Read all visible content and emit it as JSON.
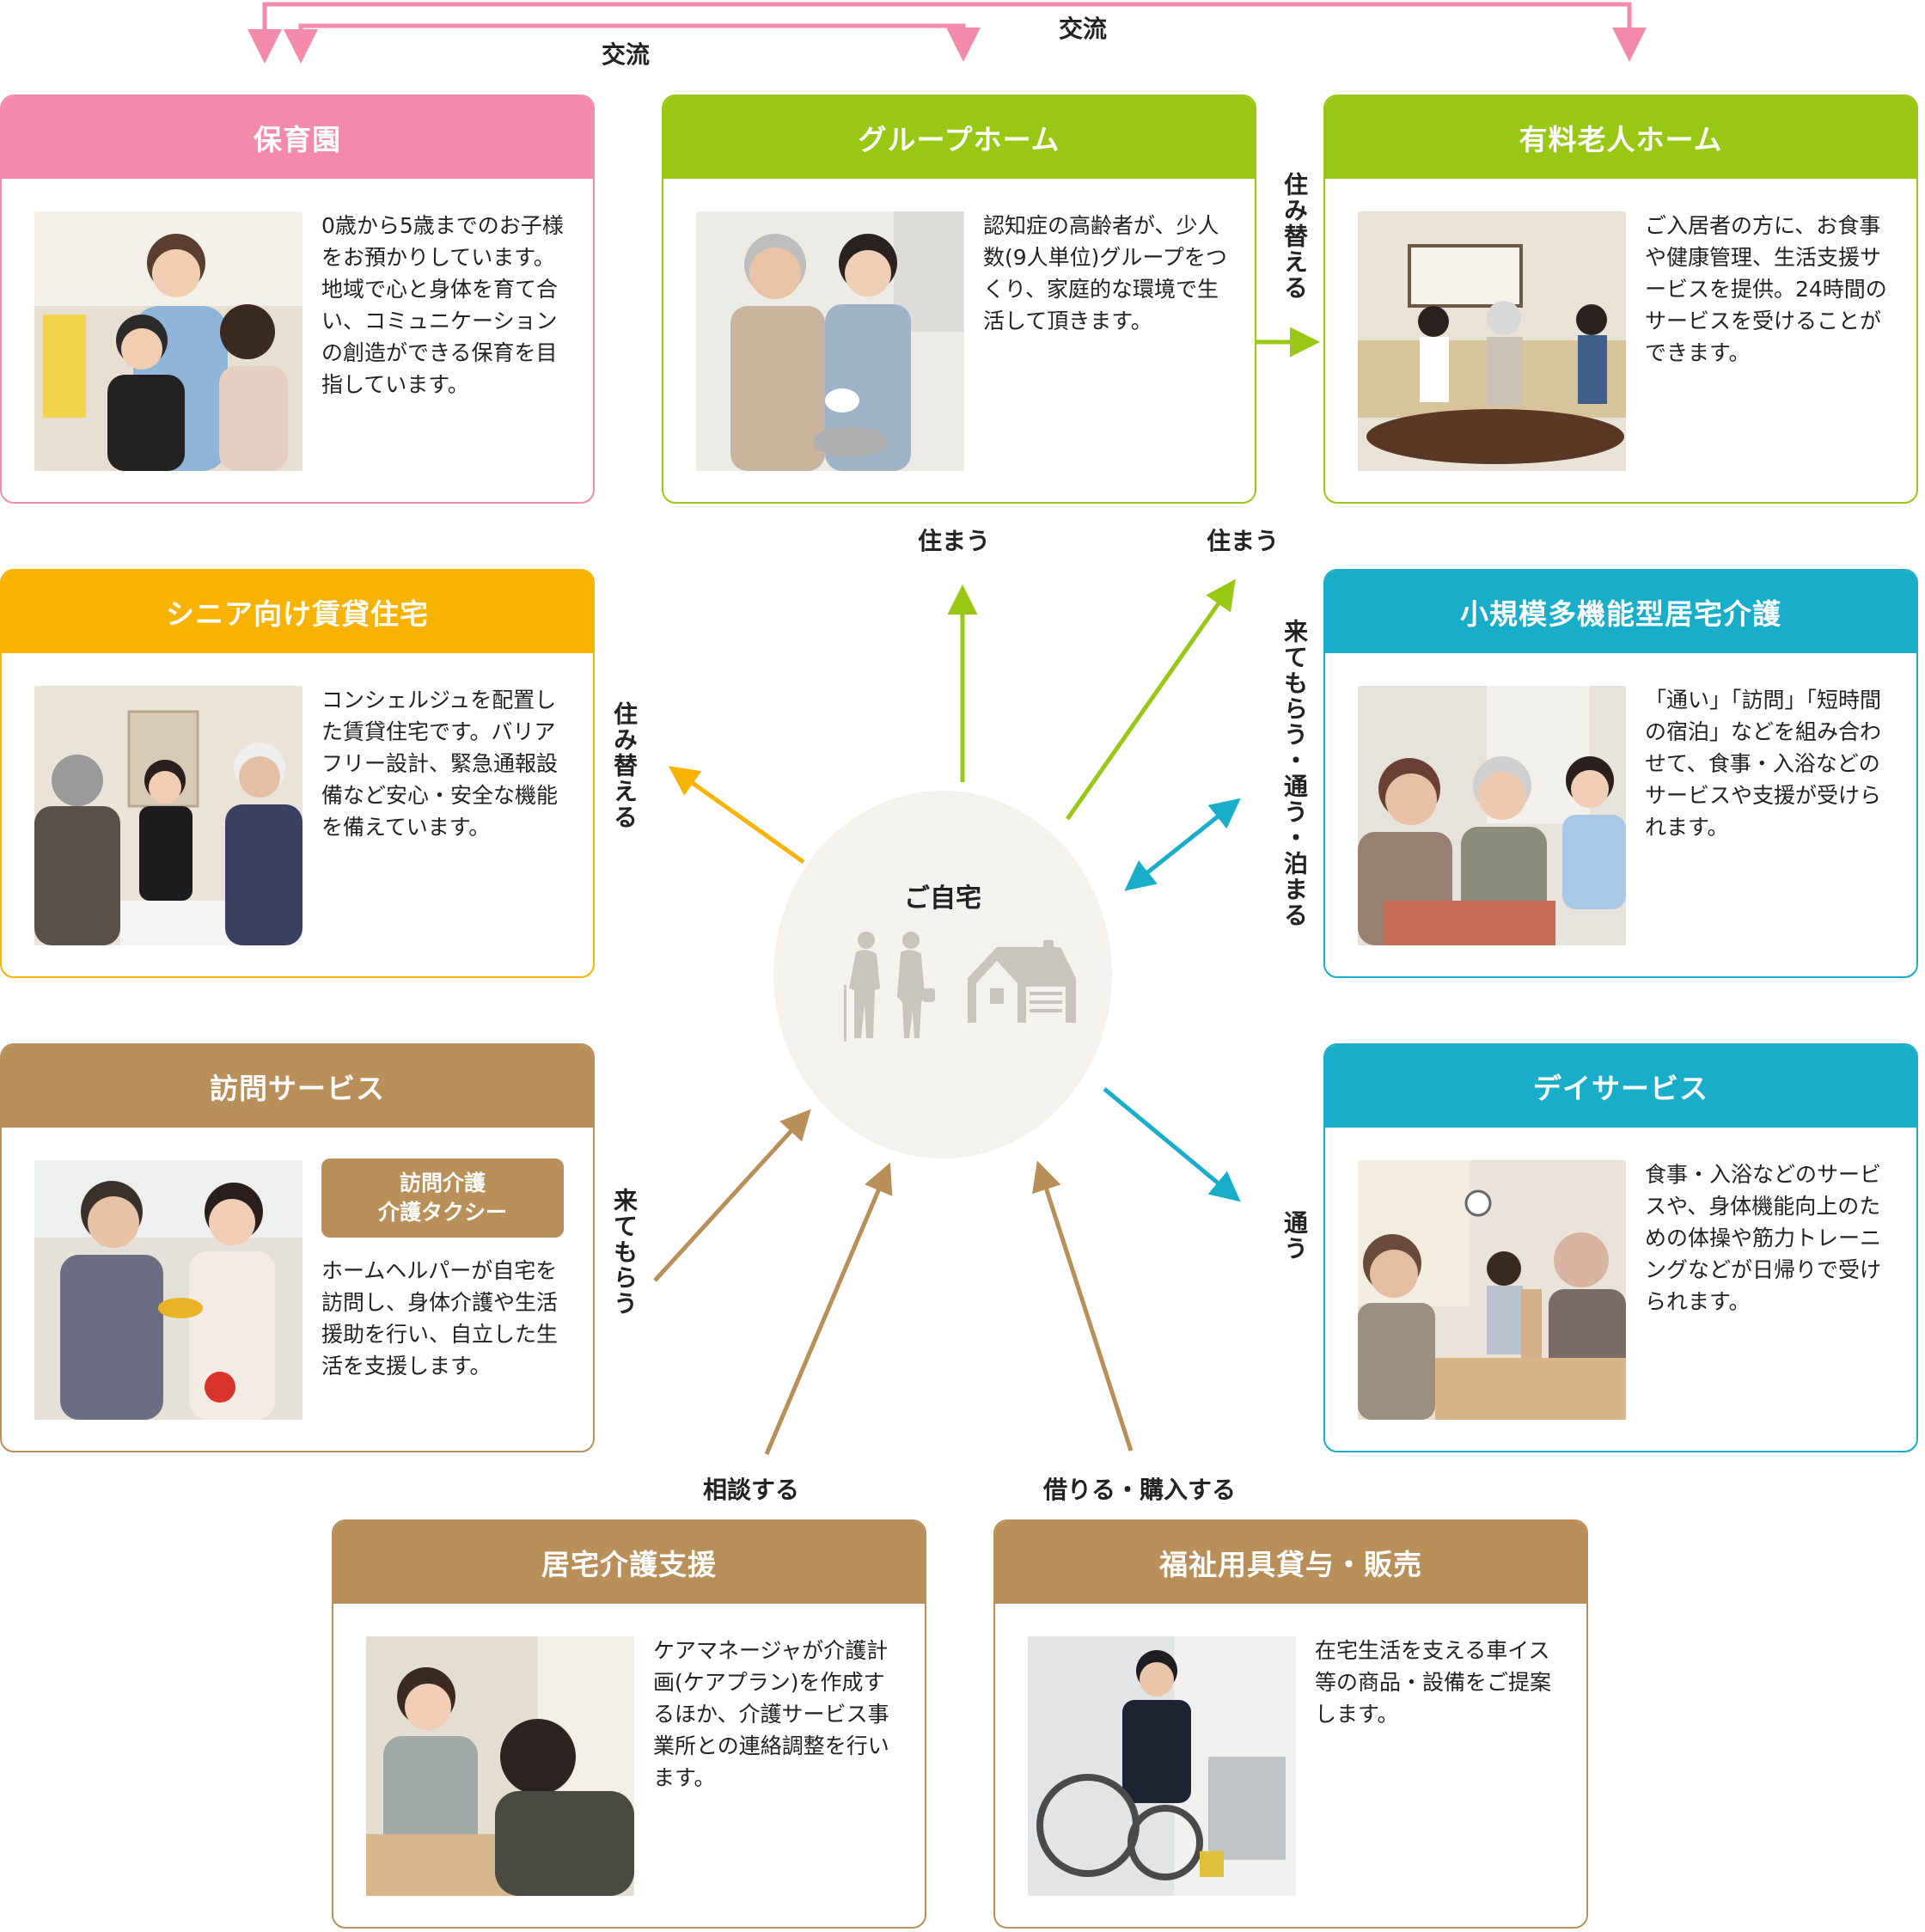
{
  "exchange_labels": {
    "outer": "交流",
    "inner": "交流"
  },
  "center": {
    "title": "ご自宅",
    "icons": [
      "elderly-couple-icon",
      "house-icon"
    ]
  },
  "cards": {
    "nursery": {
      "title": "保育園",
      "text": "0歳から5歳までのお子様をお預かりしています。地域で心と身体を育て合い、コミュニケーションの創造ができる保育を目指しています。"
    },
    "group_home": {
      "title": "グループホーム",
      "text": "認知症の高齢者が、少人数(9人単位)グループをつくり、家庭的な環境で生活して頂きます。"
    },
    "paid_home": {
      "title": "有料老人ホーム",
      "text": "ご入居者の方に、お食事や健康管理、生活支援サービスを提供。24時間のサービスを受けることができます。"
    },
    "senior_rental": {
      "title": "シニア向け賃貸住宅",
      "text": "コンシェルジュを配置した賃貸住宅です。バリアフリー設計、緊急通報設備など安心・安全な機能を備えています。"
    },
    "small_multi": {
      "title": "小規模多機能型居宅介護",
      "text": "「通い」「訪問」「短時間の宿泊」などを組み合わせて、食事・入浴などのサービスや支援が受けられます。"
    },
    "visit_service": {
      "title": "訪問サービス",
      "badge_line1": "訪問介護",
      "badge_line2": "介護タクシー",
      "text": "ホームヘルパーが自宅を訪問し、身体介護や生活援助を行い、自立した生活を支援します。"
    },
    "day_service": {
      "title": "デイサービス",
      "text": "食事・入浴などのサービスや、身体機能向上のための体操や筋力トレーニングなどが日帰りで受けられます。"
    },
    "care_plan": {
      "title": "居宅介護支援",
      "text": "ケアマネージャが介護計画(ケアプラン)を作成するほか、介護サービス事業所との連絡調整を行います。"
    },
    "welfare_goods": {
      "title": "福祉用具貸与・販売",
      "text": "在宅生活を支える車イス等の商品・設備をご提案します。"
    }
  },
  "relations": {
    "move_group_to_paid": "住み替える",
    "live_group": "住まう",
    "live_paid": "住まう",
    "come_go_stay": "来てもらう・通う・泊まる",
    "move_senior": "住み替える",
    "come_visit": "来てもらう",
    "commute_day": "通う",
    "consult": "相談する",
    "rent_buy": "借りる・購入する"
  },
  "colors": {
    "pink": "#f38aac",
    "green": "#98c714",
    "yellow": "#f8b200",
    "brown": "#b98f59",
    "blue": "#18adc9",
    "center_bg": "#f4f2ef"
  }
}
